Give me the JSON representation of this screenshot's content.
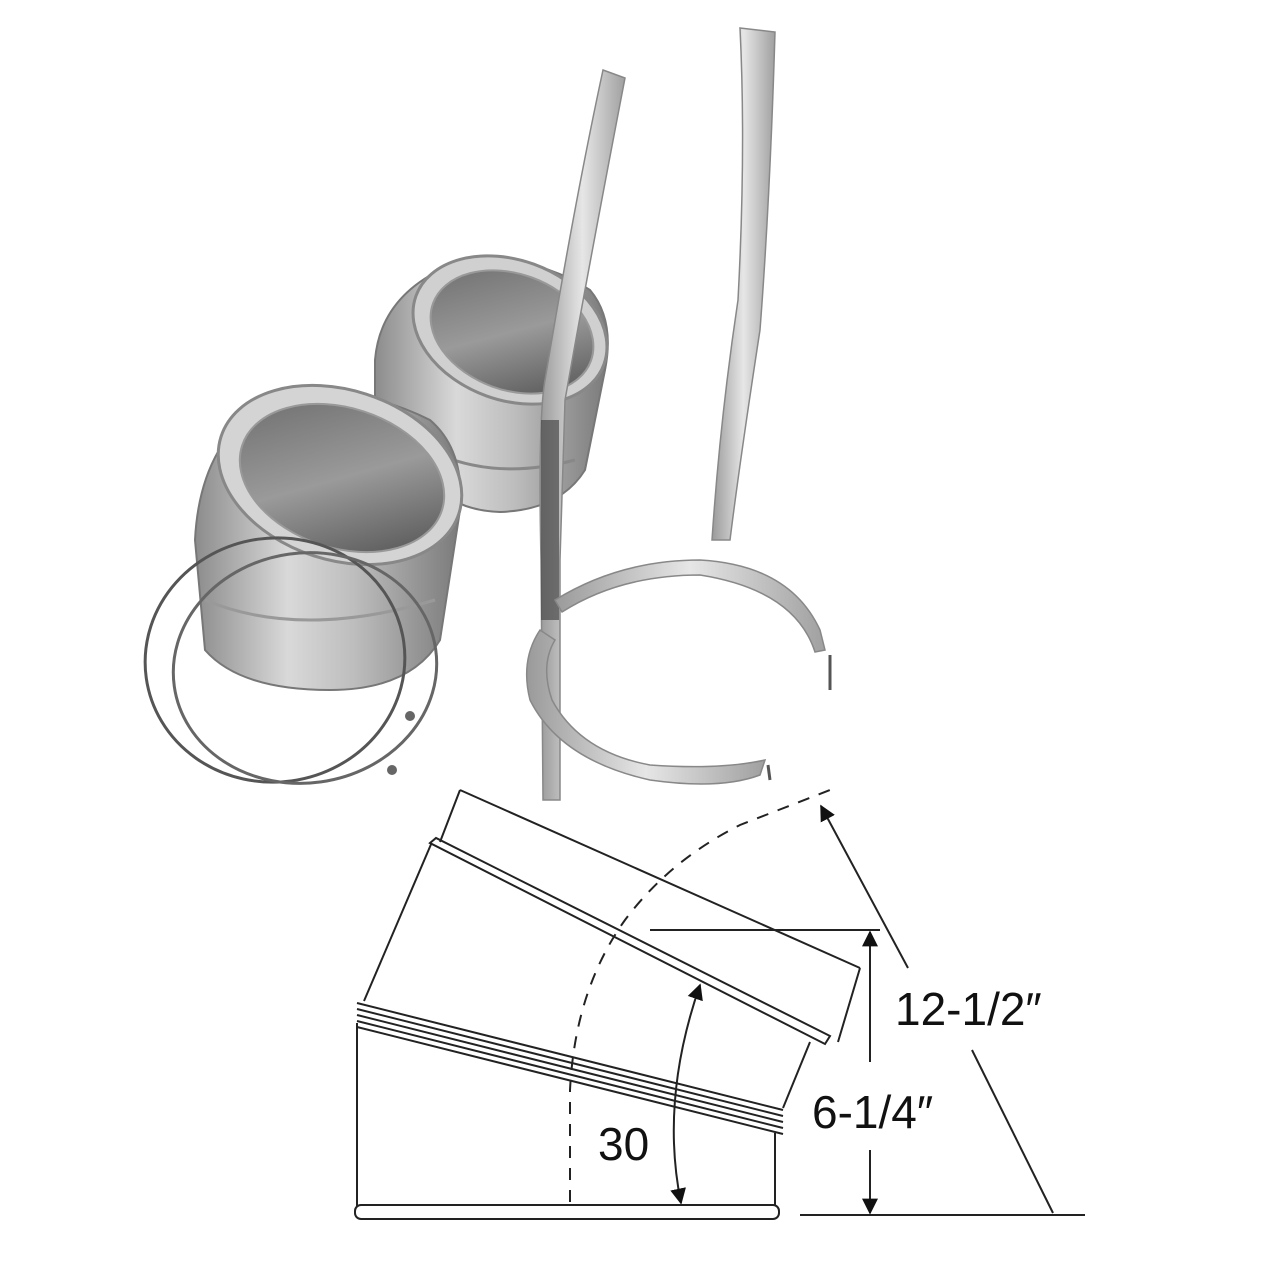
{
  "product_photo": {
    "components": [
      {
        "name": "elbow-section-front"
      },
      {
        "name": "elbow-section-rear"
      },
      {
        "name": "locking-band-1"
      },
      {
        "name": "locking-band-2"
      },
      {
        "name": "support-strap-left"
      },
      {
        "name": "support-strap-right"
      },
      {
        "name": "support-band-clamp"
      }
    ]
  },
  "diagram": {
    "angle_label": "30",
    "height_label": "6-1/4″",
    "length_label": "12-1/2″"
  },
  "colors": {
    "background": "#ffffff",
    "line": "#222222",
    "metal_light": "#d8d8d8",
    "metal_mid": "#a8a8a8",
    "metal_dark": "#5a5a5a"
  }
}
